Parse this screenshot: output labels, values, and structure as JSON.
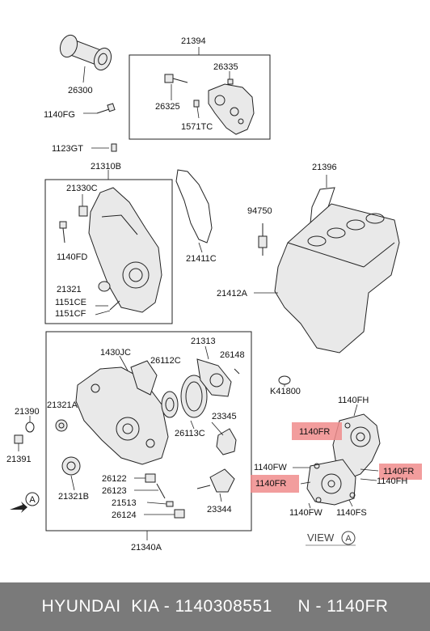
{
  "labels": {
    "p21394": "21394",
    "p26335": "26335",
    "p26300": "26300",
    "p26325": "26325",
    "p1140FG": "1140FG",
    "p1571TC": "1571TC",
    "p1123GT": "1123GT",
    "p21310B": "21310B",
    "p21396": "21396",
    "p21330C": "21330C",
    "p94750": "94750",
    "p1140FD": "1140FD",
    "p21411C": "21411C",
    "p21412A": "21412A",
    "p21321": "21321",
    "p1151CE": "1151CE",
    "p1151CF": "1151CF",
    "p1430JC": "1430JC",
    "p26112C": "26112C",
    "p21313": "21313",
    "p26148": "26148",
    "p21390": "21390",
    "p21321A": "21321A",
    "p23345": "23345",
    "pK41800": "K41800",
    "p1140FH_top": "1140FH",
    "p21391": "21391",
    "p26113C": "26113C",
    "p1140FR_1": "1140FR",
    "p1140FW_1": "1140FW",
    "p1140FR_2": "1140FR",
    "p1140FR_3": "1140FR",
    "p1140FH_bottom": "1140FH",
    "p21321B": "21321B",
    "p26122": "26122",
    "p26123": "26123",
    "p21513": "21513",
    "p26124": "26124",
    "p23344": "23344",
    "p1140FW_2": "1140FW",
    "p1140FS": "1140FS",
    "p21340A": "21340A",
    "view_label": "VIEW",
    "view_marker_letter": "A",
    "view_arrow_letter": "A"
  },
  "highlight_color": "#f08c8c",
  "footer": {
    "text": "HYUNDAI  KIA - 1140308551     N - 1140FR",
    "background": "#7a7a7a",
    "color": "#ffffff"
  }
}
